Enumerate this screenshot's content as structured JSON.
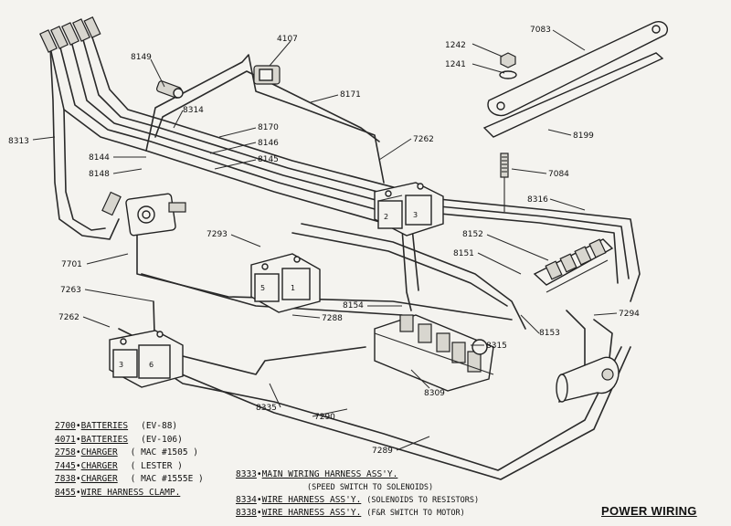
{
  "title": "POWER WIRING",
  "callouts": {
    "c4107": "4107",
    "c1242": "1242",
    "c7083": "7083",
    "c1241": "1241",
    "c8149": "8149",
    "c8171": "8171",
    "c8313": "8313",
    "c8314": "8314",
    "c8170": "8170",
    "c8146": "8146",
    "c8144": "8144",
    "c8145": "8145",
    "c8148": "8148",
    "c7262a": "7262",
    "c8199": "8199",
    "c7084": "7084",
    "c8316": "8316",
    "c7701": "7701",
    "c7293": "7293",
    "c8152": "8152",
    "c8151": "8151",
    "c7263": "7263",
    "c8154": "8154",
    "c7262b": "7262",
    "c7288": "7288",
    "c8153": "8153",
    "c7294": "7294",
    "c8315": "8315",
    "c8309": "8309",
    "c8335": "8335",
    "c7290": "7290",
    "c7289": "7289"
  },
  "cells": [
    "2",
    "3",
    "5",
    "1",
    "3",
    "6"
  ],
  "legend": [
    {
      "code": "2700",
      "sep": "•",
      "label": "BATTERIES",
      "note": "(EV-88)"
    },
    {
      "code": "4071",
      "sep": "•",
      "label": "BATTERIES",
      "note": "(EV-106)"
    },
    {
      "code": "2758",
      "sep": "•",
      "label": "CHARGER",
      "note": "( MAC #1505 )"
    },
    {
      "code": "7445",
      "sep": "•",
      "label": "CHARGER",
      "note": "( LESTER )"
    },
    {
      "code": "7838",
      "sep": "•",
      "label": "CHARGER",
      "note": "( MAC #1555E )"
    },
    {
      "code": "8455",
      "sep": "•",
      "label": "WIRE HARNESS CLAMP.",
      "note": ""
    }
  ],
  "legend2": [
    {
      "code": "8333",
      "sep": "•",
      "label": "MAIN WIRING HARNESS ASS'Y.",
      "note": "(SPEED SWITCH TO SOLENOIDS)"
    },
    {
      "code": "8334",
      "sep": "•",
      "label": "WIRE HARNESS ASS'Y.",
      "note": "(SOLENOIDS TO RESISTORS)"
    },
    {
      "code": "8338",
      "sep": "•",
      "label": "WIRE HARNESS ASS'Y.",
      "note": "(F&R SWITCH TO MOTOR)"
    }
  ]
}
